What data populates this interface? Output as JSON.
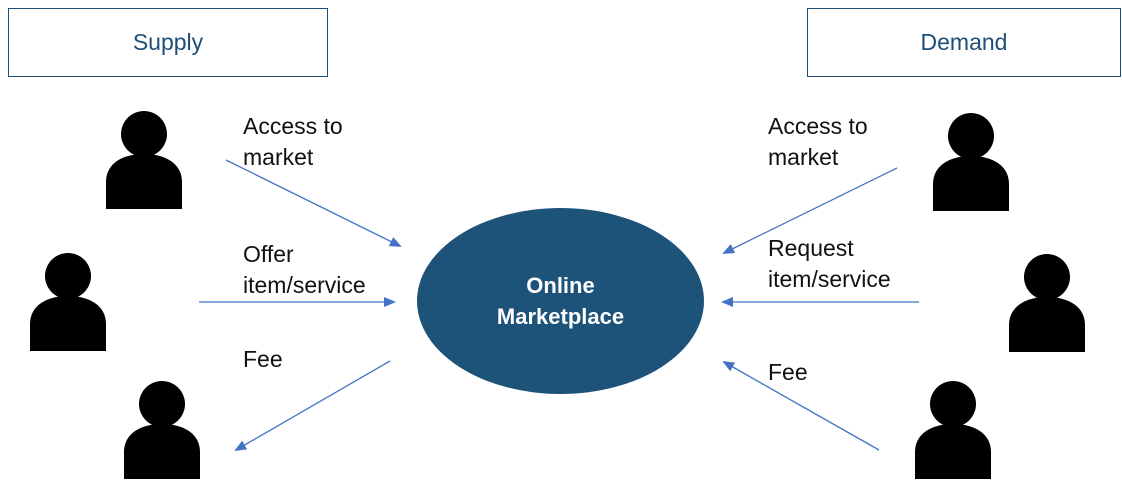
{
  "supply": {
    "title": "Supply",
    "flows": [
      {
        "line1": "Access to",
        "line2": "market"
      },
      {
        "line1": "Offer",
        "line2": "item/service"
      },
      {
        "line1": "Fee"
      }
    ]
  },
  "demand": {
    "title": "Demand",
    "flows": [
      {
        "line1": "Access to",
        "line2": "market"
      },
      {
        "line1": "Request",
        "line2": "item/service"
      },
      {
        "line1": "Fee"
      }
    ]
  },
  "hub": {
    "line1": "Online",
    "line2": "Marketplace"
  },
  "colors": {
    "hub_fill": "#1d5279",
    "box_border": "#1f4e79",
    "arrow": "#4472c4",
    "person": "#000000"
  },
  "icons": {
    "person": "person-icon",
    "arrow": "arrow-line"
  }
}
